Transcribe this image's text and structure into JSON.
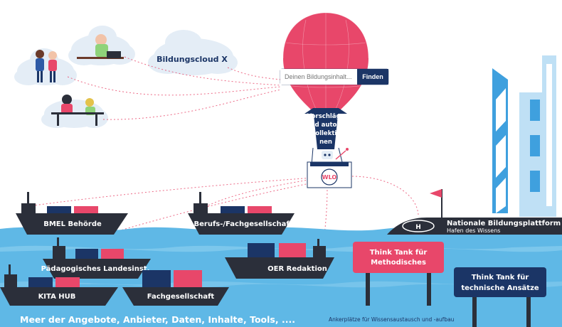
{
  "cloud_label": "Bildungscloud X",
  "search": {
    "placeholder": "Deinen Bildungsinhalt...",
    "button_label": "Finden"
  },
  "balloon": {
    "suggestions_lines": [
      "Vorschläge",
      "und autom.",
      "Kollektio",
      "nen"
    ],
    "logo_text": "WLO"
  },
  "ships": {
    "bmel": "BMEL Behörde",
    "berufs": "Berufs-/Fachgesellschaft",
    "paedagogisch": "Pädagogisches Landesinst.",
    "oer": "OER Redaktion",
    "kita": "KITA HUB",
    "fach": "Fachgesellschaft"
  },
  "harbor": {
    "title": "Nationale Bildungsplattform",
    "subtitle": "Hafen des Wissens"
  },
  "think_tanks": {
    "methodisch": [
      "Think Tank für",
      "Methodisches"
    ],
    "technisch": [
      "Think Tank für",
      "technische Ansätze"
    ]
  },
  "sea_label": "Meer der Angebote, Anbieter, Daten, Inhalte, Tools, ....",
  "anchor_label": "Ankerplätze für Wissensaustausch und -aufbau",
  "colors": {
    "balloon": "#e8476a",
    "navy": "#1b3566",
    "water": "#5fb8e6",
    "water_light": "#8fd0f0",
    "cloud": "#e4edf6",
    "tower_blue": "#3fa0de",
    "tower_light": "#bfe0f5",
    "ship_dark": "#2b2f3a",
    "container_red": "#e8476a",
    "container_navy": "#1b3566"
  }
}
